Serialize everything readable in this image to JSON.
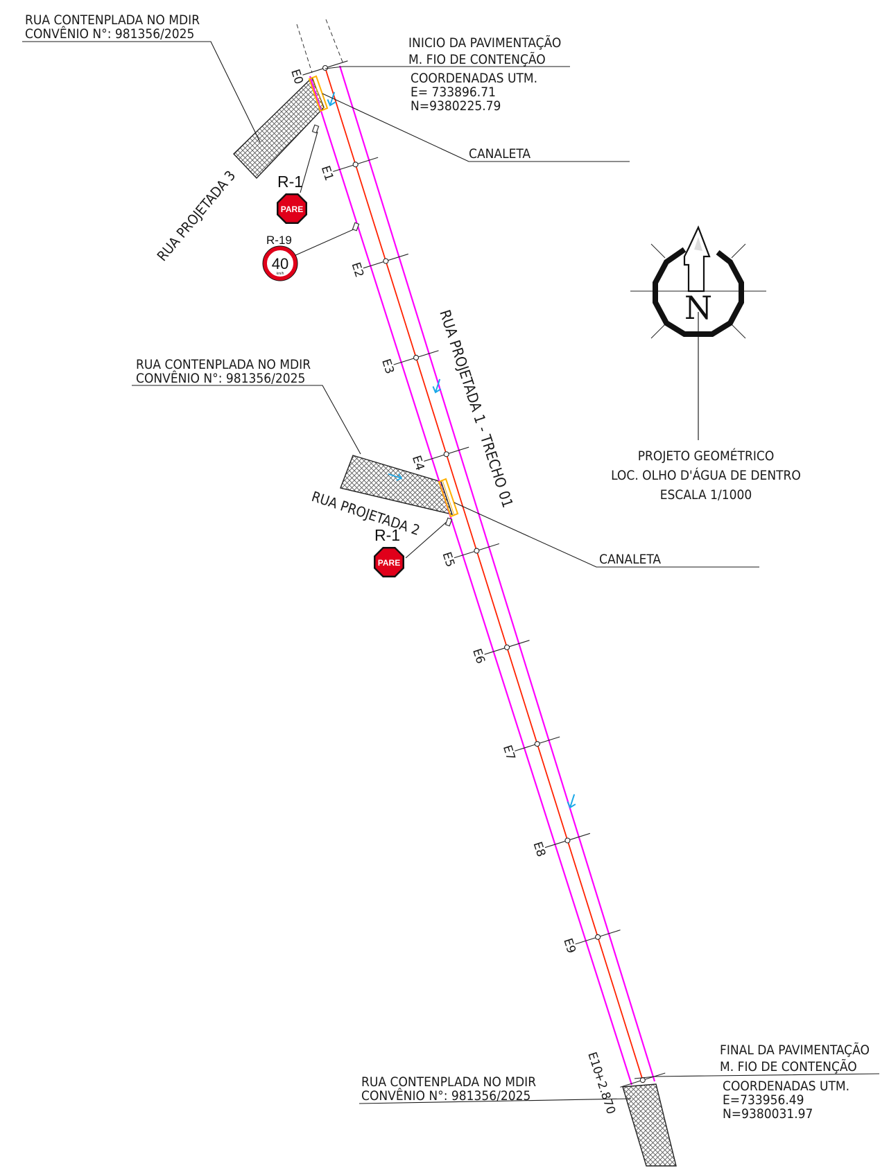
{
  "colors": {
    "road_edge": "#ff00ff",
    "centerline": "#ff2200",
    "canaleta": "#ffb000",
    "arrow": "#1aa8e8",
    "ink": "#1a1a1a",
    "pare_red": "#e0001a",
    "hatch": "#555555"
  },
  "stations": [
    "E0",
    "E1",
    "E2",
    "E3",
    "E4",
    "E5",
    "E6",
    "E7",
    "E8",
    "E9"
  ],
  "end_station": {
    "label_a": "E10",
    "label_b": "+2.870"
  },
  "start_note": {
    "title_1": "INICIO DA PAVIMENTAÇÃO",
    "title_2": "M. FIO DE CONTENÇÃO",
    "coord_title": "COORDENADAS UTM.",
    "easting": "E= 733896.71",
    "northing": "N=9380225.79"
  },
  "end_note": {
    "title_1": "FINAL DA PAVIMENTAÇÃO",
    "title_2": "M. FIO DE CONTENÇÃO",
    "coord_title": "COORDENADAS UTM.",
    "easting": "E=733956.49",
    "northing": "N=9380031.97"
  },
  "mdir_notes": [
    {
      "line_1": "RUA CONTENPLADA NO MDIR",
      "line_2": "CONVÊNIO N°: 981356/2025"
    },
    {
      "line_1": "RUA CONTENPLADA NO MDIR",
      "line_2": "CONVÊNIO N°: 981356/2025"
    },
    {
      "line_1": "RUA CONTENPLADA NO MDIR",
      "line_2": "CONVÊNIO N°: 981356/2025"
    }
  ],
  "canaleta_labels": [
    "CANALETA",
    "CANALETA"
  ],
  "street_labels": {
    "main": "RUA PROJETADA 1 - TRECHO 01",
    "side_1": "RUA PROJETADA 3",
    "side_2": "RUA PROJETADA 2"
  },
  "signs": {
    "r1_code": "R-1",
    "r1_text": "PARE",
    "r19_code": "R-19",
    "r19_value": "40",
    "r19_unit": "km/h"
  },
  "north": {
    "letter": "N"
  },
  "title_block": {
    "line_1": "PROJETO GEOMÉTRICO",
    "line_2": "LOC. OLHO D'ÁGUA DE DENTRO",
    "line_3": "ESCALA 1/1000"
  }
}
